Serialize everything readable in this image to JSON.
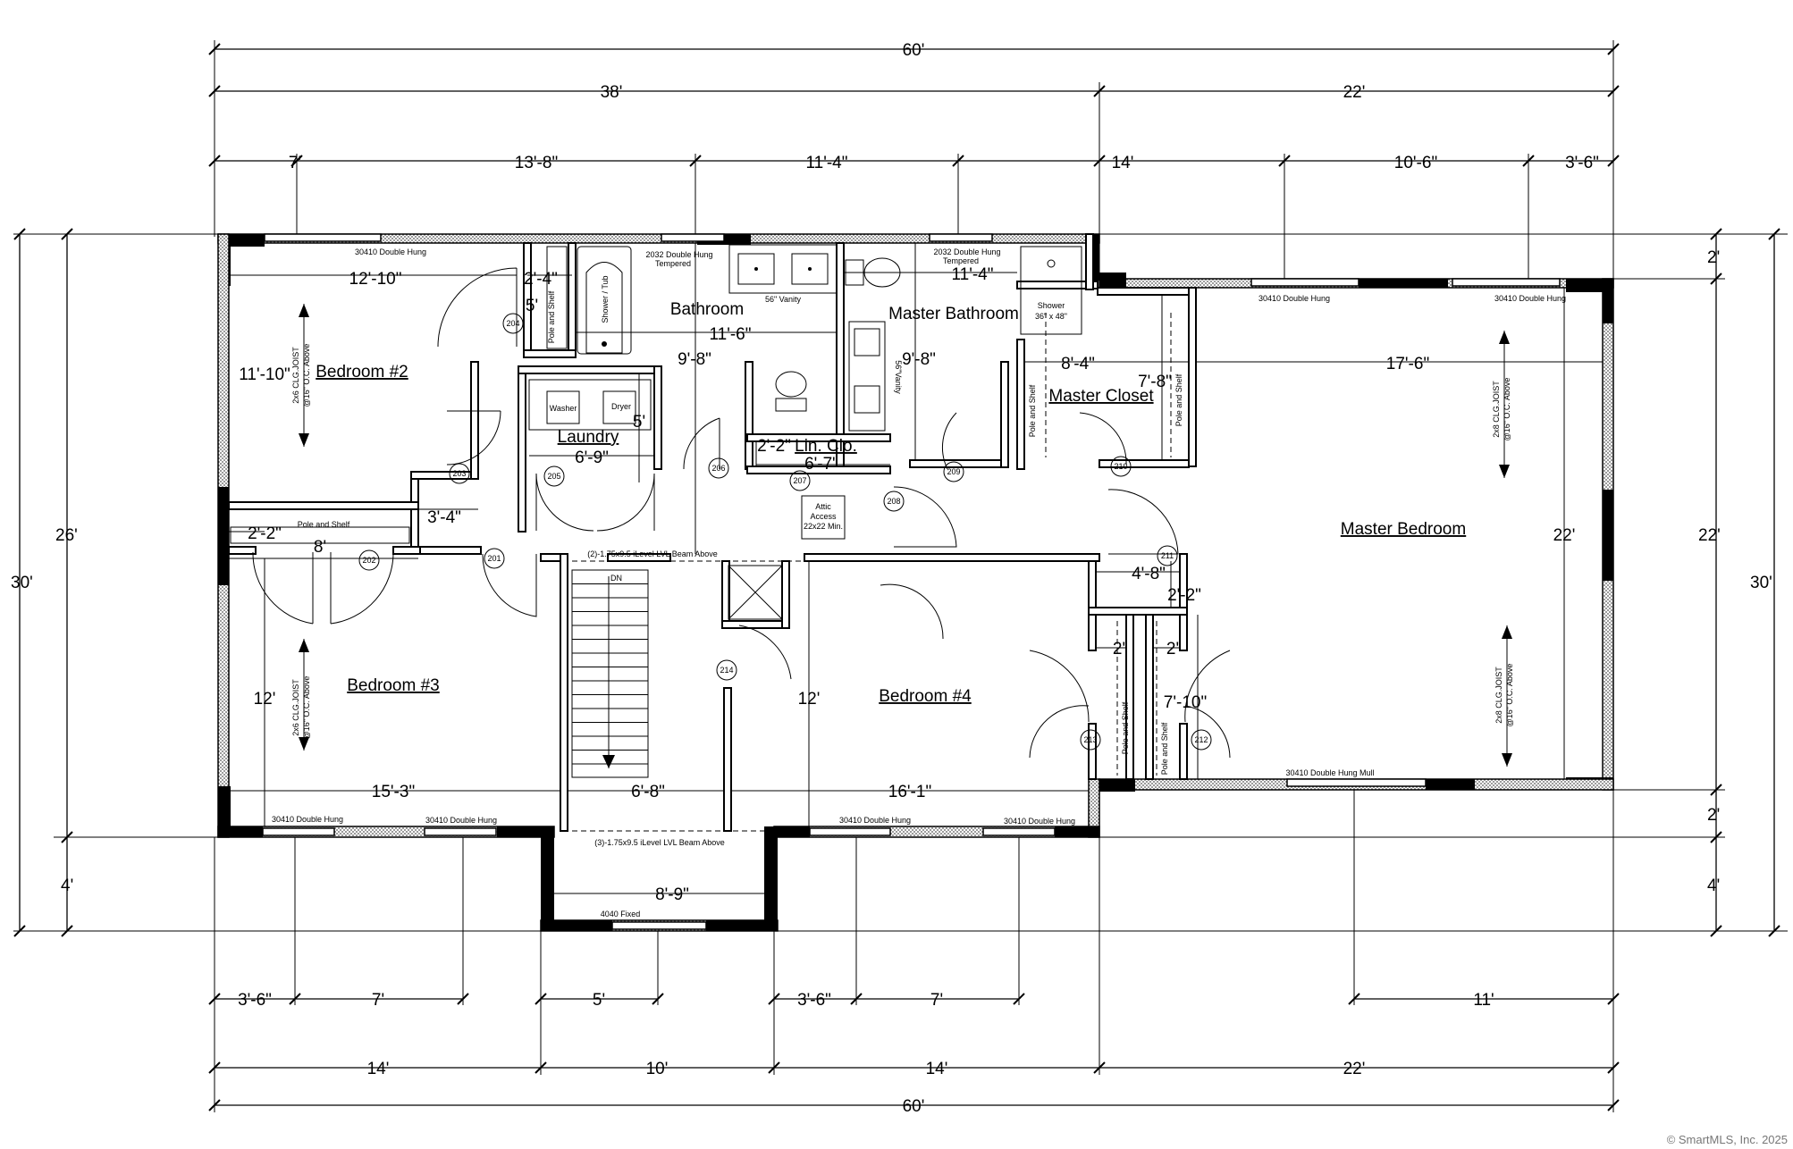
{
  "overall": {
    "top_total": "60'",
    "top_left": "38'",
    "top_right": "22'",
    "top_segments": [
      "7'",
      "13'-8\"",
      "11'-4\"",
      "14'",
      "10'-6\"",
      "3'-6\""
    ],
    "bottom_segments_a": [
      "3'-6\"",
      "7'",
      "5'",
      "3'-6\"",
      "7'",
      "11'"
    ],
    "bottom_segments_b": [
      "14'",
      "10'",
      "14'",
      "22'"
    ],
    "bottom_total": "60'",
    "left_total": "30'",
    "left_main": "26'",
    "left_bottom": "4'",
    "right_total": "30'",
    "right_top": "2'",
    "right_main": "22'",
    "right_bottom_a": "2'",
    "right_bottom_b": "4'"
  },
  "rooms": {
    "bedroom2": "Bedroom #2",
    "bedroom3": "Bedroom #3",
    "bedroom4": "Bedroom #4",
    "bathroom": "Bathroom",
    "master_bathroom": "Master Bathroom",
    "laundry": "Laundry",
    "lin_clo": "Lin. Clo.",
    "master_closet": "Master Closet",
    "master_bedroom": "Master Bedroom"
  },
  "room_dims": {
    "b2_width": "12'-10\"",
    "b2_height": "11'-10\"",
    "closet204_w": "2'-4\"",
    "closet204_h": "5'",
    "bath_width": "11'-6\"",
    "bath_height": "9'-8\"",
    "mbath_width": "11'-4\"",
    "mbath_height": "9'-8\"",
    "laundry_w": "6'-9\"",
    "laundry_h": "5'",
    "hall_w": "3'-4\"",
    "lin_w": "6'-7\"",
    "lin_d": "2'-2\"",
    "closet202_d": "2'-2\"",
    "closet202_w": "8'",
    "mcloset_w": "8'-4\"",
    "mcloset_h": "7'-8\"",
    "mbed_w": "17'-6\"",
    "mbed_h": "22'",
    "b3_h": "12'",
    "b3_w": "15'-3\"",
    "stair_w": "6'-8\"",
    "b4_h": "12'",
    "b4_w": "16'-1\"",
    "hall211_w": "4'-8\"",
    "hall211_d": "2'-2\"",
    "closet_a_w": "2'",
    "closet_b_w": "2'",
    "closet_h": "7'-10\"",
    "bump_w": "8'-9\""
  },
  "labels": {
    "w_b2": "30410 Double Hung",
    "w_bath": "2032 Double Hung",
    "w_bath_2": "Tempered",
    "w_mbath": "2032 Double Hung",
    "w_mbath_2": "Tempered",
    "w_mbed_1": "30410 Double Hung",
    "w_mbed_2": "30410 Double Hung",
    "w_b3_1": "30410 Double Hung",
    "w_b3_2": "30410 Double Hung",
    "w_b4_1": "30410 Double Hung",
    "w_b4_2": "30410 Double Hung",
    "w_mbed_mull": "30410 Double Hung Mull",
    "w_fixed": "4040 Fixed",
    "vanity_bath": "56\" Vanity",
    "vanity_mbath": "56\"Vanity",
    "shower_tub": "Shower / Tub",
    "shower": "Shower",
    "shower_size": "36\" x 48\"",
    "washer": "Washer",
    "dryer": "Dryer",
    "pole_shelf": "Pole and Shelf",
    "joist_1": "2x6 CLG.JOIST",
    "joist_2": "@16\" O.C. Above",
    "joist_b3_1": "2x6 CLG.JOIST",
    "joist_b3_2": "@16\" O.C. Above",
    "joist_mb_1": "2x8 CLG.JOIST",
    "joist_mb_2": "@16\" O.C. Above",
    "joist_mb3_1": "2x8 CLG.JOIST",
    "joist_mb3_2": "@16\" O.C. Above",
    "attic_1": "Attic",
    "attic_2": "Access",
    "attic_3": "22x22 Min.",
    "beam_top": "(2)-1.75x9.5 iLevel LVL Beam Above",
    "beam_bottom": "(3)-1.75x9.5 iLevel LVL Beam Above",
    "stair_dn": "DN",
    "copyright": "© SmartMLS, Inc.  2025"
  },
  "doors": [
    "201",
    "202",
    "203",
    "204",
    "205",
    "206",
    "207",
    "208",
    "209",
    "210",
    "211",
    "212",
    "213",
    "214"
  ]
}
